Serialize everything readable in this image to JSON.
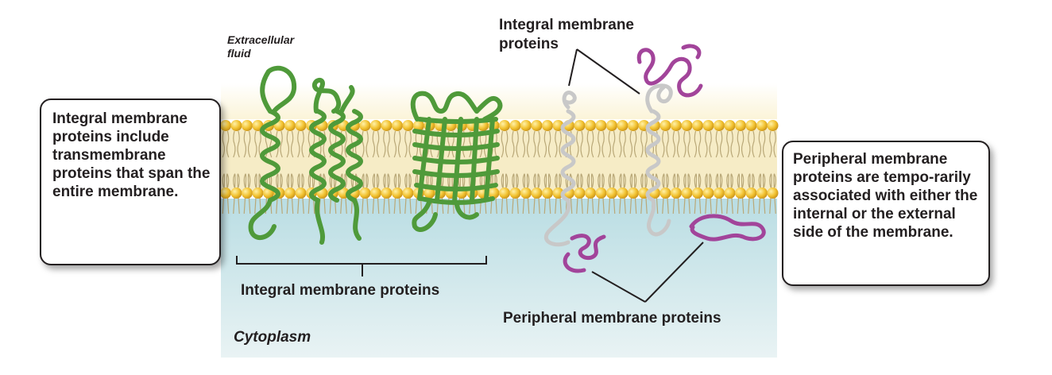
{
  "labels": {
    "extracellular": "Extracellular fluid",
    "cytoplasm": "Cytoplasm",
    "integral_top": "Integral membrane proteins",
    "integral_bottom": "Integral membrane proteins",
    "peripheral_bottom": "Peripheral membrane proteins"
  },
  "callouts": {
    "left": "Integral membrane proteins include transmembrane proteins that span the entire membrane.",
    "right": "Peripheral membrane proteins are tempo-rarily associated with either the internal or the external side of the membrane."
  },
  "colors": {
    "lipid_head": "#f2c230",
    "lipid_tail": "#c7b98a",
    "integral_protein": "#5fa843",
    "integral_protein_gray": "#cfcfcf",
    "peripheral_protein": "#a2449a",
    "cytoplasm": "#cfe6ea",
    "extracellular": "#fbf7e4"
  }
}
